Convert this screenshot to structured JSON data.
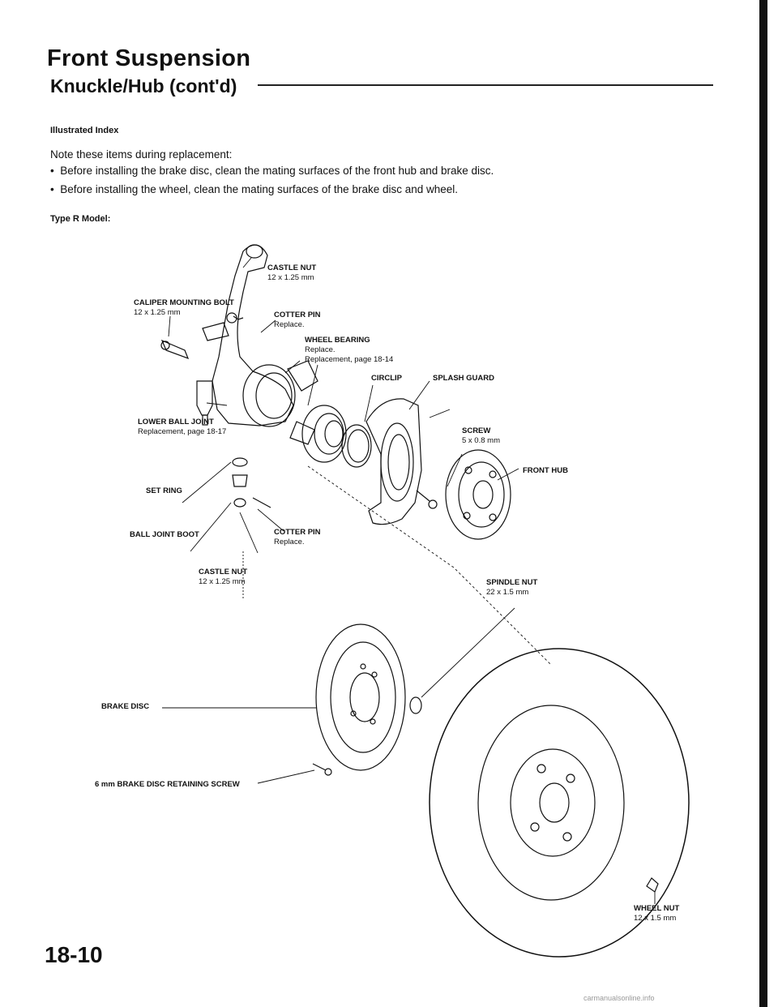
{
  "header": {
    "title": "Front Suspension",
    "subtitle": "Knuckle/Hub (cont'd)"
  },
  "content": {
    "index_heading": "Illustrated Index",
    "note_intro": "Note these items during replacement:",
    "bullets": [
      "Before installing the brake disc, clean the mating surfaces of the front hub and brake disc.",
      "Before installing the wheel, clean the mating surfaces of the brake disc and wheel."
    ],
    "model_label": "Type R Model:"
  },
  "labels": {
    "castle_nut_top": {
      "name": "CASTLE NUT",
      "spec": "12 x 1.25 mm"
    },
    "caliper_bolt": {
      "name": "CALIPER MOUNTING BOLT",
      "spec": "12 x 1.25 mm"
    },
    "cotter_pin_top": {
      "name": "COTTER PIN",
      "note": "Replace."
    },
    "wheel_bearing": {
      "name": "WHEEL BEARING",
      "note": "Replace.",
      "ref": "Replacement, page 18-14"
    },
    "circlip": {
      "name": "CIRCLIP"
    },
    "splash_guard": {
      "name": "SPLASH GUARD"
    },
    "lower_ball_joint": {
      "name": "LOWER BALL JOINT",
      "ref": "Replacement, page 18-17"
    },
    "screw": {
      "name": "SCREW",
      "spec": "5 x 0.8 mm"
    },
    "front_hub": {
      "name": "FRONT HUB"
    },
    "set_ring": {
      "name": "SET RING"
    },
    "ball_joint_boot": {
      "name": "BALL JOINT BOOT"
    },
    "cotter_pin_bottom": {
      "name": "COTTER PIN",
      "note": "Replace."
    },
    "castle_nut_bottom": {
      "name": "CASTLE NUT",
      "spec": "12 x 1.25 mm"
    },
    "spindle_nut": {
      "name": "SPINDLE NUT",
      "spec": "22 x 1.5 mm"
    },
    "brake_disc": {
      "name": "BRAKE DISC"
    },
    "retaining_screw": {
      "name": "6 mm BRAKE DISC RETAINING SCREW"
    },
    "wheel_nut": {
      "name": "WHEEL NUT",
      "spec": "12 x 1.5 mm"
    }
  },
  "page_number": "18-10",
  "footer_text": "carmanualsonline.info"
}
